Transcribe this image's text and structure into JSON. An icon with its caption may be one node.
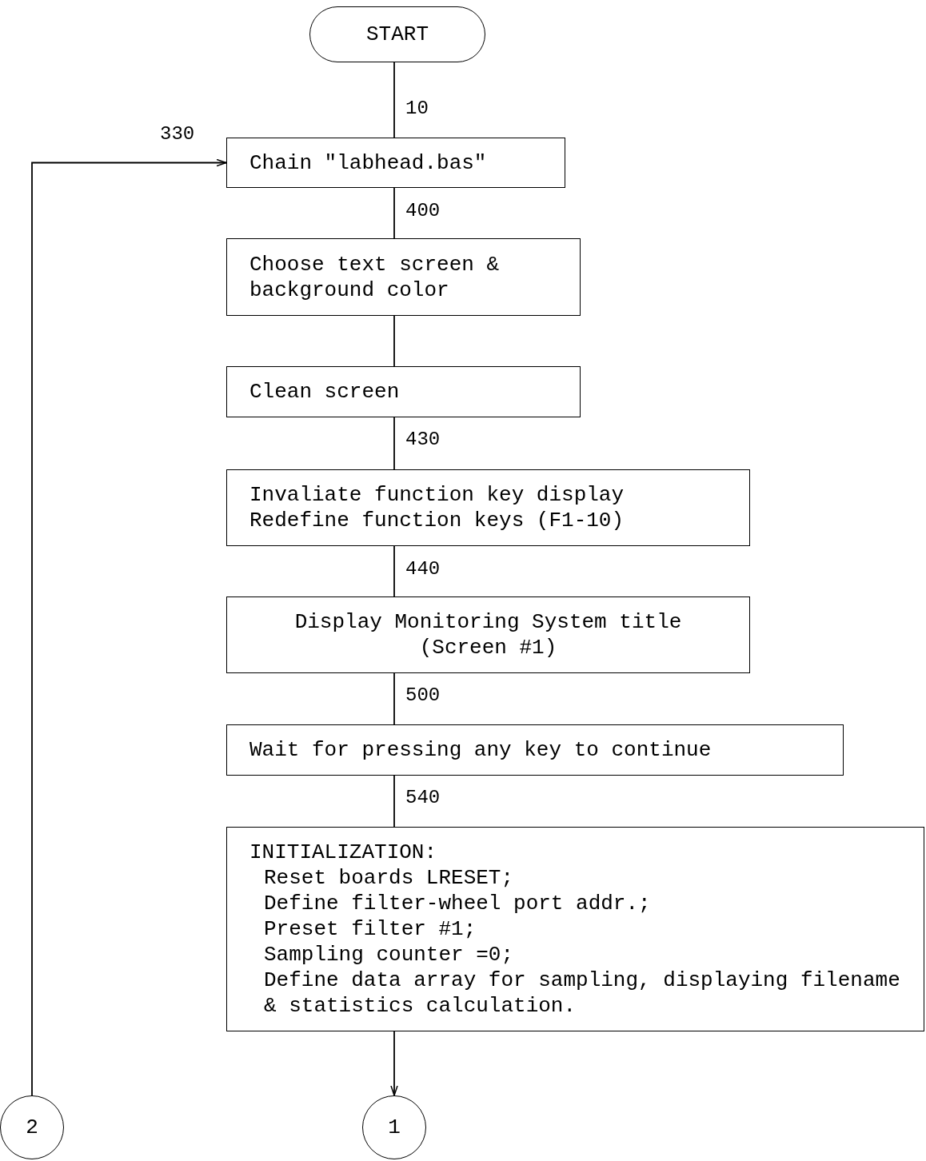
{
  "diagram": {
    "nodes": [
      {
        "text": [
          "START"
        ]
      },
      {
        "text": [
          "Chain \"labhead.bas\""
        ]
      },
      {
        "text": [
          "Choose text screen & background color"
        ]
      },
      {
        "text": [
          "Clean screen"
        ]
      },
      {
        "text": [
          "Invaliate function key display",
          "Redefine function keys (F1-10)"
        ]
      },
      {
        "text": [
          "Display Monitoring System title (Screen #1)"
        ]
      },
      {
        "text": [
          "Wait for pressing any key to continue"
        ]
      },
      {
        "text": [
          "INITIALIZATION:",
          "Reset boards LRESET;",
          "Define filter-wheel port addr.;",
          "Preset filter #1;",
          "Sampling counter =0;",
          "Define data array for sampling, displaying filename & statistics calculation."
        ]
      },
      {
        "text": [
          "2"
        ]
      },
      {
        "text": [
          "1"
        ]
      }
    ],
    "edges": [
      {
        "from": 0,
        "to": 1,
        "arrow": "none",
        "label": "10"
      },
      {
        "from": 1,
        "to": 2,
        "arrow": "none",
        "label": "400"
      },
      {
        "from": 2,
        "to": 3,
        "arrow": "none"
      },
      {
        "from": 3,
        "to": 4,
        "arrow": "none",
        "label": "430"
      },
      {
        "from": 4,
        "to": 5,
        "arrow": "none",
        "label": "440"
      },
      {
        "from": 5,
        "to": 6,
        "arrow": "none",
        "label": "500"
      },
      {
        "from": 6,
        "to": 7,
        "arrow": "none",
        "label": "540"
      },
      {
        "from": 7,
        "to": 9,
        "arrow": "to"
      },
      {
        "from": 8,
        "to": 1,
        "arrow": "to",
        "label": "330"
      }
    ]
  }
}
